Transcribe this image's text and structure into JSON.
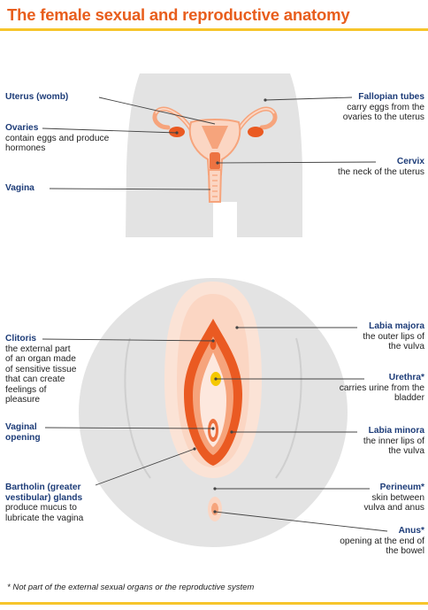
{
  "title": "The female sexual and reproductive anatomy",
  "labels": {
    "uterus": {
      "title": "Uterus (womb)",
      "desc": ""
    },
    "ovaries": {
      "title": "Ovaries",
      "desc": "contain eggs and produce hormones"
    },
    "vagina": {
      "title": "Vagina",
      "desc": ""
    },
    "fallopian": {
      "title": "Fallopian tubes",
      "desc": "carry eggs from the ovaries to the uterus"
    },
    "cervix": {
      "title": "Cervix",
      "desc": "the neck of the uterus"
    },
    "clitoris": {
      "title": "Clitoris",
      "desc": "the external part of an organ made of sensitive tissue that can create feelings of pleasure"
    },
    "vaginal_opening": {
      "title": "Vaginal opening",
      "desc": ""
    },
    "bartholin": {
      "title": "Bartholin (greater vestibular) glands",
      "desc": "produce mucus to lubricate the vagina"
    },
    "labia_majora": {
      "title": "Labia majora",
      "desc": "the outer lips of the vulva"
    },
    "urethra": {
      "title": "Urethra*",
      "desc": "carries urine from the bladder"
    },
    "labia_minora": {
      "title": "Labia minora",
      "desc": "the inner lips of the vulva"
    },
    "perineum": {
      "title": "Perineum*",
      "desc": "skin between vulva and anus"
    },
    "anus": {
      "title": "Anus*",
      "desc": "opening at the end of the bowel"
    }
  },
  "footnote": "* Not part of the external sexual organs or the reproductive system",
  "colors": {
    "title": "#e85e1d",
    "accent_rule": "#f7c52b",
    "label": "#1d3c78",
    "silhouette": "#e3e3e3",
    "organ_light": "#fbd6c3",
    "organ_mid": "#f6a47c",
    "organ_dark": "#ea5a22",
    "urethra": "#f5c800"
  }
}
